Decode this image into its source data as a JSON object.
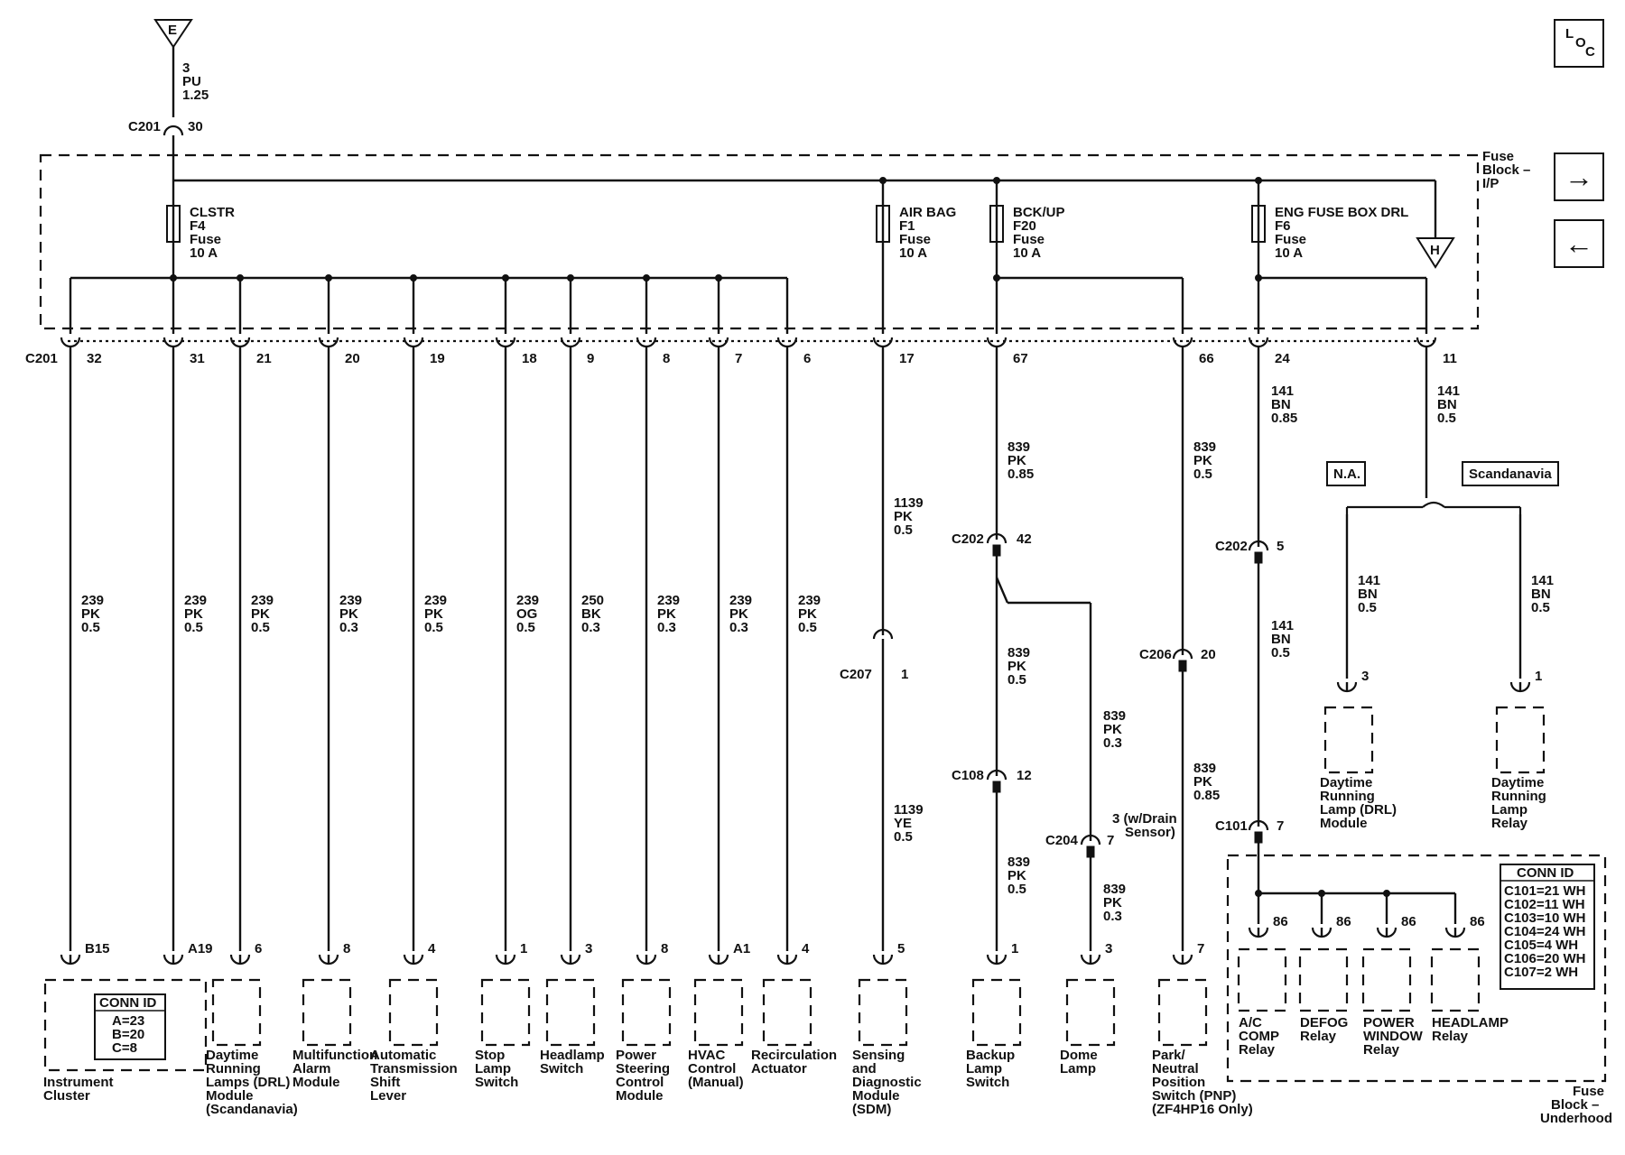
{
  "top_source": {
    "label": "E",
    "circuit": "3",
    "color": "PU",
    "size": "1.25"
  },
  "locator": {
    "l": "L",
    "o": "O",
    "c": "C"
  },
  "nav": {
    "next": "→",
    "prev": "←"
  },
  "fuse_block_ip": {
    "name": [
      "Fuse",
      "Block –",
      "I/P"
    ],
    "h_label": "H"
  },
  "fuse_block_underhood": {
    "name": [
      "Fuse",
      "Block –",
      "Underhood"
    ]
  },
  "c201_feed": {
    "conn": "C201",
    "pin": "30"
  },
  "fuses": [
    {
      "name": "CLSTR",
      "id": "F4",
      "type": "Fuse",
      "rating": "10 A"
    },
    {
      "name": "AIR BAG",
      "id": "F1",
      "type": "Fuse",
      "rating": "10 A"
    },
    {
      "name": "BCK/UP",
      "id": "F20",
      "type": "Fuse",
      "rating": "10 A"
    },
    {
      "name": "ENG FUSE BOX DRL",
      "id": "F6",
      "type": "Fuse",
      "rating": "10 A"
    }
  ],
  "c201_label": "C201",
  "c201_pins": [
    "32",
    "31",
    "21",
    "20",
    "19",
    "18",
    "9",
    "8",
    "7",
    "6",
    "17",
    "67",
    "66",
    "24",
    "11"
  ],
  "wires": [
    {
      "circuit": "239",
      "color": "PK",
      "size": "0.5"
    },
    {
      "circuit": "239",
      "color": "PK",
      "size": "0.5"
    },
    {
      "circuit": "239",
      "color": "PK",
      "size": "0.5"
    },
    {
      "circuit": "239",
      "color": "PK",
      "size": "0.3"
    },
    {
      "circuit": "239",
      "color": "PK",
      "size": "0.5"
    },
    {
      "circuit": "239",
      "color": "OG",
      "size": "0.5"
    },
    {
      "circuit": "250",
      "color": "BK",
      "size": "0.3"
    },
    {
      "circuit": "239",
      "color": "PK",
      "size": "0.3"
    },
    {
      "circuit": "239",
      "color": "PK",
      "size": "0.3"
    },
    {
      "circuit": "239",
      "color": "PK",
      "size": "0.5"
    },
    {
      "circuit": "1139",
      "color": "PK",
      "size": "0.5"
    },
    {
      "circuit": "1139",
      "color": "YE",
      "size": "0.5"
    },
    {
      "circuit": "839",
      "color": "PK",
      "size": "0.85"
    },
    {
      "circuit": "839",
      "color": "PK",
      "size": "0.5"
    },
    {
      "circuit": "839",
      "color": "PK",
      "size": "0.5"
    },
    {
      "circuit": "839",
      "color": "PK",
      "size": "0.3"
    },
    {
      "circuit": "839",
      "color": "PK",
      "size": "0.3"
    },
    {
      "circuit": "839",
      "color": "PK",
      "size": "0.5"
    },
    {
      "circuit": "839",
      "color": "PK",
      "size": "0.85"
    },
    {
      "circuit": "141",
      "color": "BN",
      "size": "0.85"
    },
    {
      "circuit": "141",
      "color": "BN",
      "size": "0.5"
    },
    {
      "circuit": "141",
      "color": "BN",
      "size": "0.5"
    },
    {
      "circuit": "141",
      "color": "BN",
      "size": "0.5"
    },
    {
      "circuit": "141",
      "color": "BN",
      "size": "0.5"
    }
  ],
  "inline_connectors": [
    {
      "conn": "C207",
      "pin": "1"
    },
    {
      "conn": "C202",
      "pin": "42"
    },
    {
      "conn": "C108",
      "pin": "12"
    },
    {
      "conn": "C204",
      "pin": "7",
      "note": [
        "3 (w/Drain",
        "Sensor)"
      ]
    },
    {
      "conn": "C206",
      "pin": "20"
    },
    {
      "conn": "C202",
      "pin": "5"
    },
    {
      "conn": "C101",
      "pin": "7"
    }
  ],
  "options": {
    "na": "N.A.",
    "scan": "Scandanavia"
  },
  "components": [
    {
      "pin": "B15",
      "name": [
        "Instrument",
        "Cluster"
      ]
    },
    {
      "pin": "A19",
      "name": []
    },
    {
      "pin": "6",
      "name": [
        "Daytime",
        "Running",
        "Lamps (DRL)",
        "Module",
        "(Scandanavia)"
      ]
    },
    {
      "pin": "8",
      "name": [
        "Multifunction",
        "Alarm",
        "Module"
      ]
    },
    {
      "pin": "4",
      "name": [
        "Automatic",
        "Transmission",
        "Shift",
        "Lever"
      ]
    },
    {
      "pin": "1",
      "name": [
        "Stop",
        "Lamp",
        "Switch"
      ]
    },
    {
      "pin": "3",
      "name": [
        "Headlamp",
        "Switch"
      ]
    },
    {
      "pin": "8",
      "name": [
        "Power",
        "Steering",
        "Control",
        "Module"
      ]
    },
    {
      "pin": "A1",
      "name": [
        "HVAC",
        "Control",
        "(Manual)"
      ]
    },
    {
      "pin": "4",
      "name": [
        "Recirculation",
        "Actuator"
      ]
    },
    {
      "pin": "5",
      "name": [
        "Sensing",
        "and",
        "Diagnostic",
        "Module",
        "(SDM)"
      ]
    },
    {
      "pin": "1",
      "name": [
        "Backup",
        "Lamp",
        "Switch"
      ]
    },
    {
      "pin": "3",
      "name": [
        "Dome",
        "Lamp"
      ]
    },
    {
      "pin": "7",
      "name": [
        "Park/",
        "Neutral",
        "Position",
        "Switch (PNP)",
        "(ZF4HP16 Only)"
      ]
    },
    {
      "pin": "3",
      "name": [
        "Daytime",
        "Running",
        "Lamp (DRL)",
        "Module"
      ]
    },
    {
      "pin": "1",
      "name": [
        "Daytime",
        "Running",
        "Lamp",
        "Relay"
      ]
    }
  ],
  "relays": [
    {
      "pin": "86",
      "name": [
        "A/C",
        "COMP",
        "Relay"
      ]
    },
    {
      "pin": "86",
      "name": [
        "DEFOG",
        "Relay"
      ]
    },
    {
      "pin": "86",
      "name": [
        "POWER",
        "WINDOW",
        "Relay"
      ]
    },
    {
      "pin": "86",
      "name": [
        "HEADLAMP",
        "Relay"
      ]
    }
  ],
  "cluster_conn_id": {
    "title": "CONN ID",
    "rows": [
      "A=23",
      "B=20",
      "C=8"
    ]
  },
  "underhood_conn_id": {
    "title": "CONN ID",
    "rows": [
      "C101=21 WH",
      "C102=11 WH",
      "C103=10 WH",
      "C104=24 WH",
      "C105=4 WH",
      "C106=20 WH",
      "C107=2 WH"
    ]
  }
}
